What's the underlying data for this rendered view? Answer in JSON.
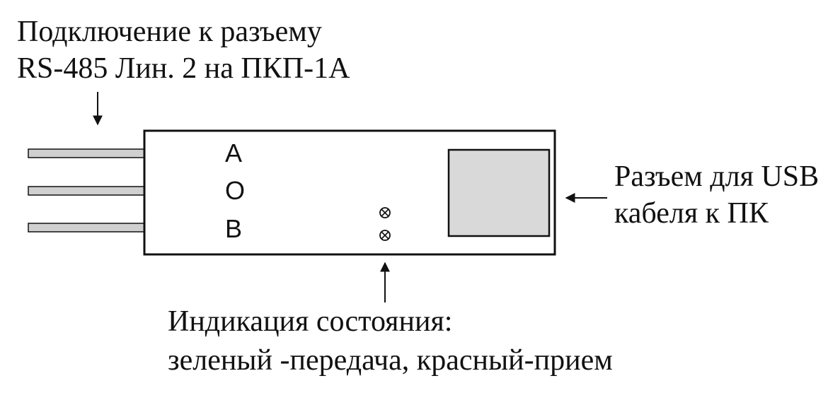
{
  "connection_label": {
    "line1": "Подключение к разъему",
    "line2": "RS-485 Лин. 2 на ПКП-1А"
  },
  "pins": [
    {
      "letter": "A"
    },
    {
      "letter": "O"
    },
    {
      "letter": "B"
    }
  ],
  "usb_label": {
    "line1": "Разъем для USB",
    "line2": "кабеля к ПК"
  },
  "status_label": {
    "line1": "Индикация состояния:",
    "line2": "зеленый -передача, красный-прием"
  },
  "colors": {
    "line": "#111111",
    "pin_fill": "#d0d0d0",
    "usb_fill": "#d9d9d9",
    "background": "#ffffff"
  },
  "indicator_icons": [
    "led-green-icon",
    "led-red-icon"
  ]
}
